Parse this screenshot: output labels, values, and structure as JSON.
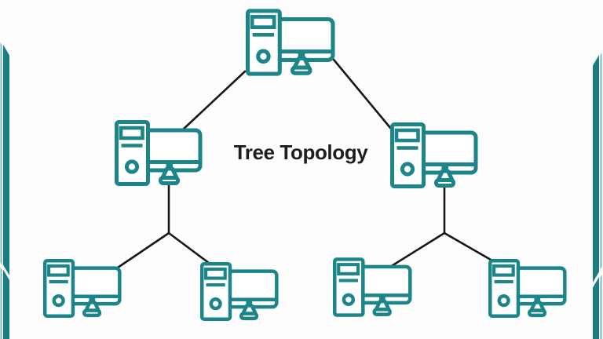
{
  "title": "Tree Topology",
  "colors": {
    "accent": "#1b858a",
    "edge_band": "#1b7c82",
    "edge_sliver": "#7ab9bb",
    "line": "#171717",
    "bg": "#fdfdfd",
    "text": "#1e1e20"
  },
  "diagram": {
    "type": "tree-topology",
    "levels": 3,
    "node_count": 7,
    "node_icon": "desktop-computer-icon",
    "nodes": [
      {
        "id": "root",
        "level": 1
      },
      {
        "id": "branch-left",
        "level": 2
      },
      {
        "id": "branch-right",
        "level": 2
      },
      {
        "id": "leaf-1",
        "level": 3
      },
      {
        "id": "leaf-2",
        "level": 3
      },
      {
        "id": "leaf-3",
        "level": 3
      },
      {
        "id": "leaf-4",
        "level": 3
      }
    ],
    "edges": [
      {
        "from": "root",
        "to": "branch-left"
      },
      {
        "from": "root",
        "to": "branch-right"
      },
      {
        "from": "branch-left",
        "to": "leaf-1"
      },
      {
        "from": "branch-left",
        "to": "leaf-2"
      },
      {
        "from": "branch-right",
        "to": "leaf-3"
      },
      {
        "from": "branch-right",
        "to": "leaf-4"
      }
    ]
  }
}
